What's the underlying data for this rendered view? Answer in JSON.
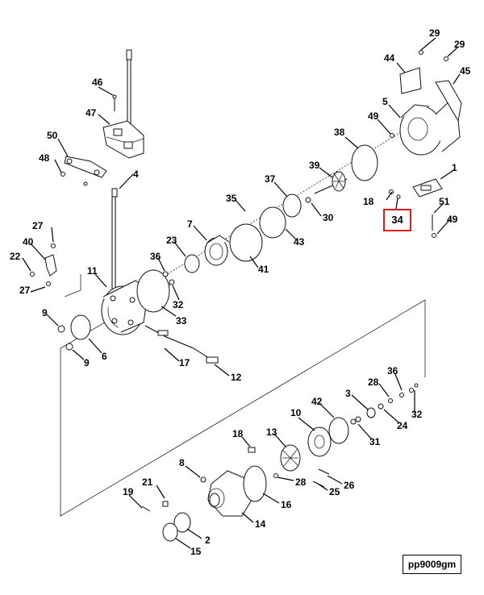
{
  "diagram": {
    "reference_code": "pp9009gm",
    "highlighted_callout": "34",
    "highlight_color": "#e0181b",
    "callouts": [
      {
        "id": "c29a",
        "text": "29"
      },
      {
        "id": "c29b",
        "text": "29"
      },
      {
        "id": "c44",
        "text": "44"
      },
      {
        "id": "c45",
        "text": "45"
      },
      {
        "id": "c46",
        "text": "46"
      },
      {
        "id": "c47",
        "text": "47"
      },
      {
        "id": "c5",
        "text": "5"
      },
      {
        "id": "c49a",
        "text": "49"
      },
      {
        "id": "c38",
        "text": "38"
      },
      {
        "id": "c50",
        "text": "50"
      },
      {
        "id": "c48",
        "text": "48"
      },
      {
        "id": "c39",
        "text": "39"
      },
      {
        "id": "c1",
        "text": "1"
      },
      {
        "id": "c4",
        "text": "4"
      },
      {
        "id": "c37",
        "text": "37"
      },
      {
        "id": "c18a",
        "text": "18"
      },
      {
        "id": "c35",
        "text": "35"
      },
      {
        "id": "c30",
        "text": "30"
      },
      {
        "id": "c51",
        "text": "51"
      },
      {
        "id": "c49b",
        "text": "49"
      },
      {
        "id": "c27a",
        "text": "27"
      },
      {
        "id": "c7",
        "text": "7"
      },
      {
        "id": "c43",
        "text": "43"
      },
      {
        "id": "c40",
        "text": "40"
      },
      {
        "id": "c23",
        "text": "23"
      },
      {
        "id": "c22",
        "text": "22"
      },
      {
        "id": "c36a",
        "text": "36"
      },
      {
        "id": "c41",
        "text": "41"
      },
      {
        "id": "c11",
        "text": "11"
      },
      {
        "id": "c27b",
        "text": "27"
      },
      {
        "id": "c32a",
        "text": "32"
      },
      {
        "id": "c33",
        "text": "33"
      },
      {
        "id": "c9a",
        "text": "9"
      },
      {
        "id": "c6",
        "text": "6"
      },
      {
        "id": "c9b",
        "text": "9"
      },
      {
        "id": "c17",
        "text": "17"
      },
      {
        "id": "c12",
        "text": "12"
      },
      {
        "id": "c36b",
        "text": "36"
      },
      {
        "id": "c28a",
        "text": "28"
      },
      {
        "id": "c3",
        "text": "3"
      },
      {
        "id": "c42",
        "text": "42"
      },
      {
        "id": "c24",
        "text": "24"
      },
      {
        "id": "c32b",
        "text": "32"
      },
      {
        "id": "c10",
        "text": "10"
      },
      {
        "id": "c31",
        "text": "31"
      },
      {
        "id": "c18b",
        "text": "18"
      },
      {
        "id": "c13",
        "text": "13"
      },
      {
        "id": "c8",
        "text": "8"
      },
      {
        "id": "c28b",
        "text": "28"
      },
      {
        "id": "c26",
        "text": "26"
      },
      {
        "id": "c21",
        "text": "21"
      },
      {
        "id": "c19",
        "text": "19"
      },
      {
        "id": "c25",
        "text": "25"
      },
      {
        "id": "c16",
        "text": "16"
      },
      {
        "id": "c14",
        "text": "14"
      },
      {
        "id": "c2",
        "text": "2"
      },
      {
        "id": "c15",
        "text": "15"
      }
    ]
  }
}
